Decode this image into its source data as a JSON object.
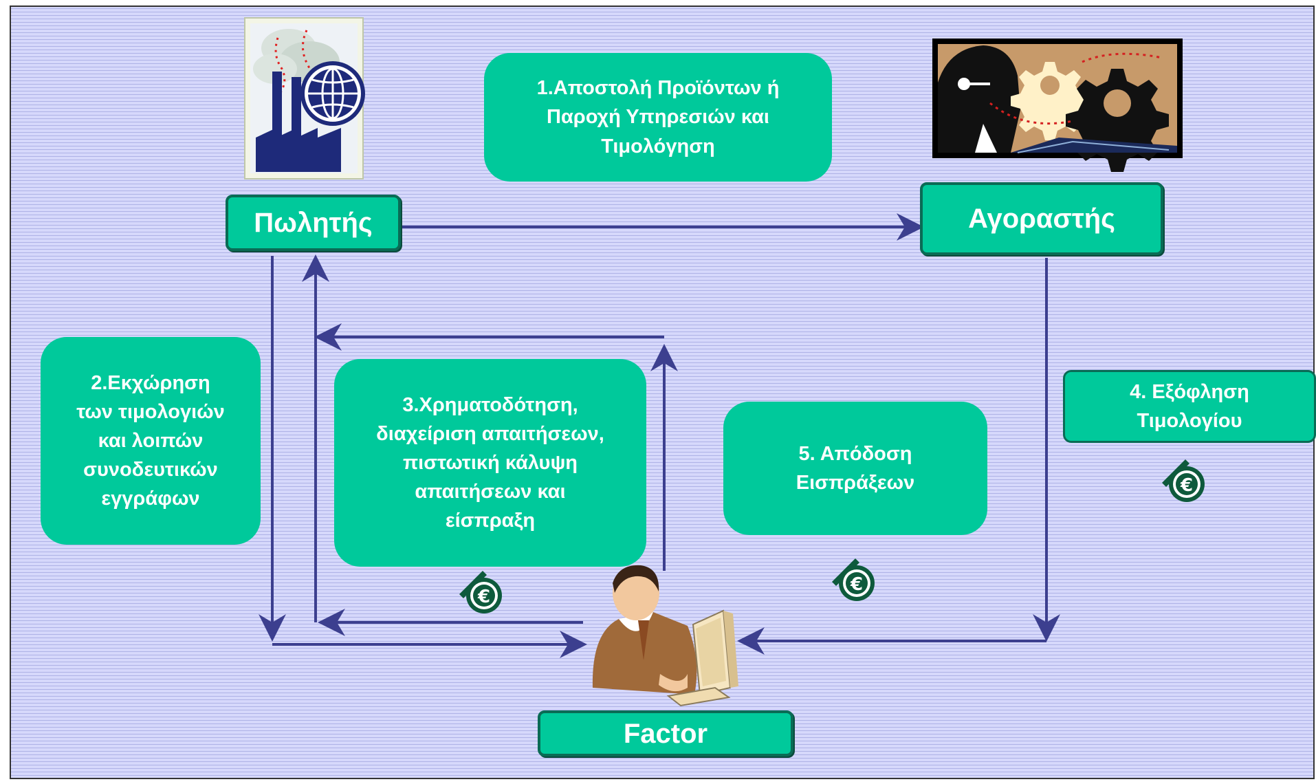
{
  "actors": {
    "seller": "Πωλητής",
    "buyer": "Αγοραστής",
    "factor": "Factor"
  },
  "steps": {
    "step1": "1.Αποστολή Προϊόντων ή\nΠαροχή Υπηρεσιών και\nΤιμολόγηση",
    "step2": "2.Εκχώρηση\nτων τιμολογιών\nκαι λοιπών\nσυνοδευτικών\nεγγράφων",
    "step3": "3.Χρηματοδότηση,\nδιαχείριση απαιτήσεων,\nπιστωτική κάλυψη\nαπαιτήσεων και\nείσπραξη",
    "step4": "4. Εξόφληση\nΤιμολογίου",
    "step5": "5. Απόδοση\nΕισπράξεων"
  },
  "colors": {
    "box_fill": "#00c99b",
    "box_border": "#0a6b55",
    "arrow": "#3c3f8f",
    "background": "#cbcdf3"
  },
  "icons": [
    "factory-globe-icon",
    "business-gears-icon",
    "person-computer-icon",
    "euro-coin-icon"
  ]
}
